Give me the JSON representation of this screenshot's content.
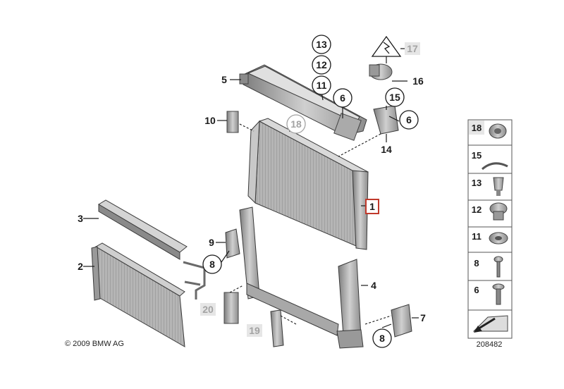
{
  "diagram": {
    "callouts": {
      "c1": "1",
      "c2": "2",
      "c3": "3",
      "c4": "4",
      "c5": "5",
      "c6a": "6",
      "c6b": "6",
      "c7": "7",
      "c8a": "8",
      "c8b": "8",
      "c9": "9",
      "c10": "10",
      "c11": "11",
      "c12": "12",
      "c13": "13",
      "c14": "14",
      "c15": "15",
      "c16": "16",
      "c17": "17",
      "c18": "18",
      "c19": "19",
      "c20": "20"
    },
    "sidebar": {
      "s18": "18",
      "s15": "15",
      "s13": "13",
      "s12": "12",
      "s11": "11",
      "s8": "8",
      "s6": "6"
    },
    "copyright": "© 2009 BMW AG",
    "diagram_number": "208482",
    "colors": {
      "highlight_box": "#c0392b",
      "grey_label": "#a3a3a3"
    }
  }
}
